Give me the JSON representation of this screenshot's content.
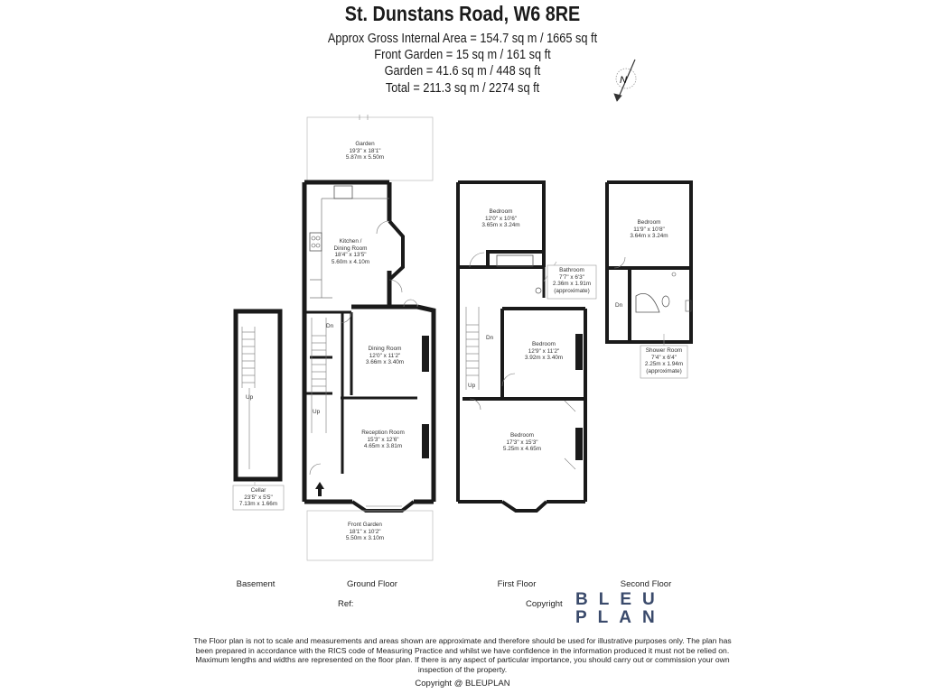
{
  "header": {
    "title": "St. Dunstans Road, W6 8RE",
    "stats": [
      "Approx Gross Internal Area = 154.7 sq m / 1665 sq ft",
      "Front Garden = 15 sq m / 161 sq ft",
      "Garden = 41.6 sq m / 448 sq ft",
      "Total = 211.3 sq m / 2274 sq ft"
    ]
  },
  "compass": {
    "label": "N"
  },
  "rooms": {
    "garden": {
      "name": "Garden",
      "imperial": "19'3\" x 18'1\"",
      "metric": "5.87m x 5.50m"
    },
    "kitchen": {
      "name": "Kitchen /",
      "name2": "Dining Room",
      "imperial": "18'4\" x 13'5\"",
      "metric": "5.60m x 4.10m"
    },
    "dining": {
      "name": "Dining Room",
      "imperial": "12'0\" x 11'2\"",
      "metric": "3.66m x 3.40m"
    },
    "reception": {
      "name": "Reception Room",
      "imperial": "15'3\" x 12'6\"",
      "metric": "4.65m x 3.81m"
    },
    "front_garden": {
      "name": "Front Garden",
      "imperial": "18'1\" x 10'2\"",
      "metric": "5.50m x 3.10m"
    },
    "cellar": {
      "name": "Cellar",
      "imperial": "23'5\" x 5'5\"",
      "metric": "7.13m x 1.66m"
    },
    "bedroom1": {
      "name": "Bedroom",
      "imperial": "12'0\" x 10'6\"",
      "metric": "3.65m x 3.24m"
    },
    "bathroom": {
      "name": "Bathroom",
      "imperial": "7'7\" x 6'3\"",
      "metric": "2.36m x 1.91m",
      "note": "(approximate)"
    },
    "bedroom2": {
      "name": "Bedroom",
      "imperial": "12'9\" x 11'2\"",
      "metric": "3.92m x 3.40m"
    },
    "bedroom3": {
      "name": "Bedroom",
      "imperial": "17'3\" x 15'3\"",
      "metric": "5.25m x 4.65m"
    },
    "bedroom4": {
      "name": "Bedroom",
      "imperial": "11'9\" x 10'8\"",
      "metric": "3.64m x 3.24m"
    },
    "shower": {
      "name": "Shower Room",
      "imperial": "7'4\" x 6'4\"",
      "metric": "2.25m x 1.94m",
      "note": "(approximate)"
    }
  },
  "stairs": {
    "dn": "Dn",
    "up": "Up"
  },
  "floors": {
    "basement": "Basement",
    "ground": "Ground Floor",
    "first": "First Floor",
    "second": "Second Floor"
  },
  "footer": {
    "ref": "Ref:",
    "copyright_label": "Copyright",
    "logo_line1": "BLEU",
    "logo_line2": "PLAN",
    "disclaimer": "The Floor plan is not to scale and measurements and areas shown are approximate and therefore should be used for illustrative purposes only. The plan has been prepared in accordance with the RICS code of Measuring Practice and whilst we have confidence in the information produced it must not be relied on. Maximum lengths and widths are represented on the floor plan. If there is any aspect of particular importance, you should carry out or commission your own inspection of the property.",
    "copyright": "Copyright @ BLEUPLAN"
  },
  "colors": {
    "wall": "#1a1a1a",
    "thin": "#8a8a8a",
    "logo": "#3a4a6b"
  }
}
